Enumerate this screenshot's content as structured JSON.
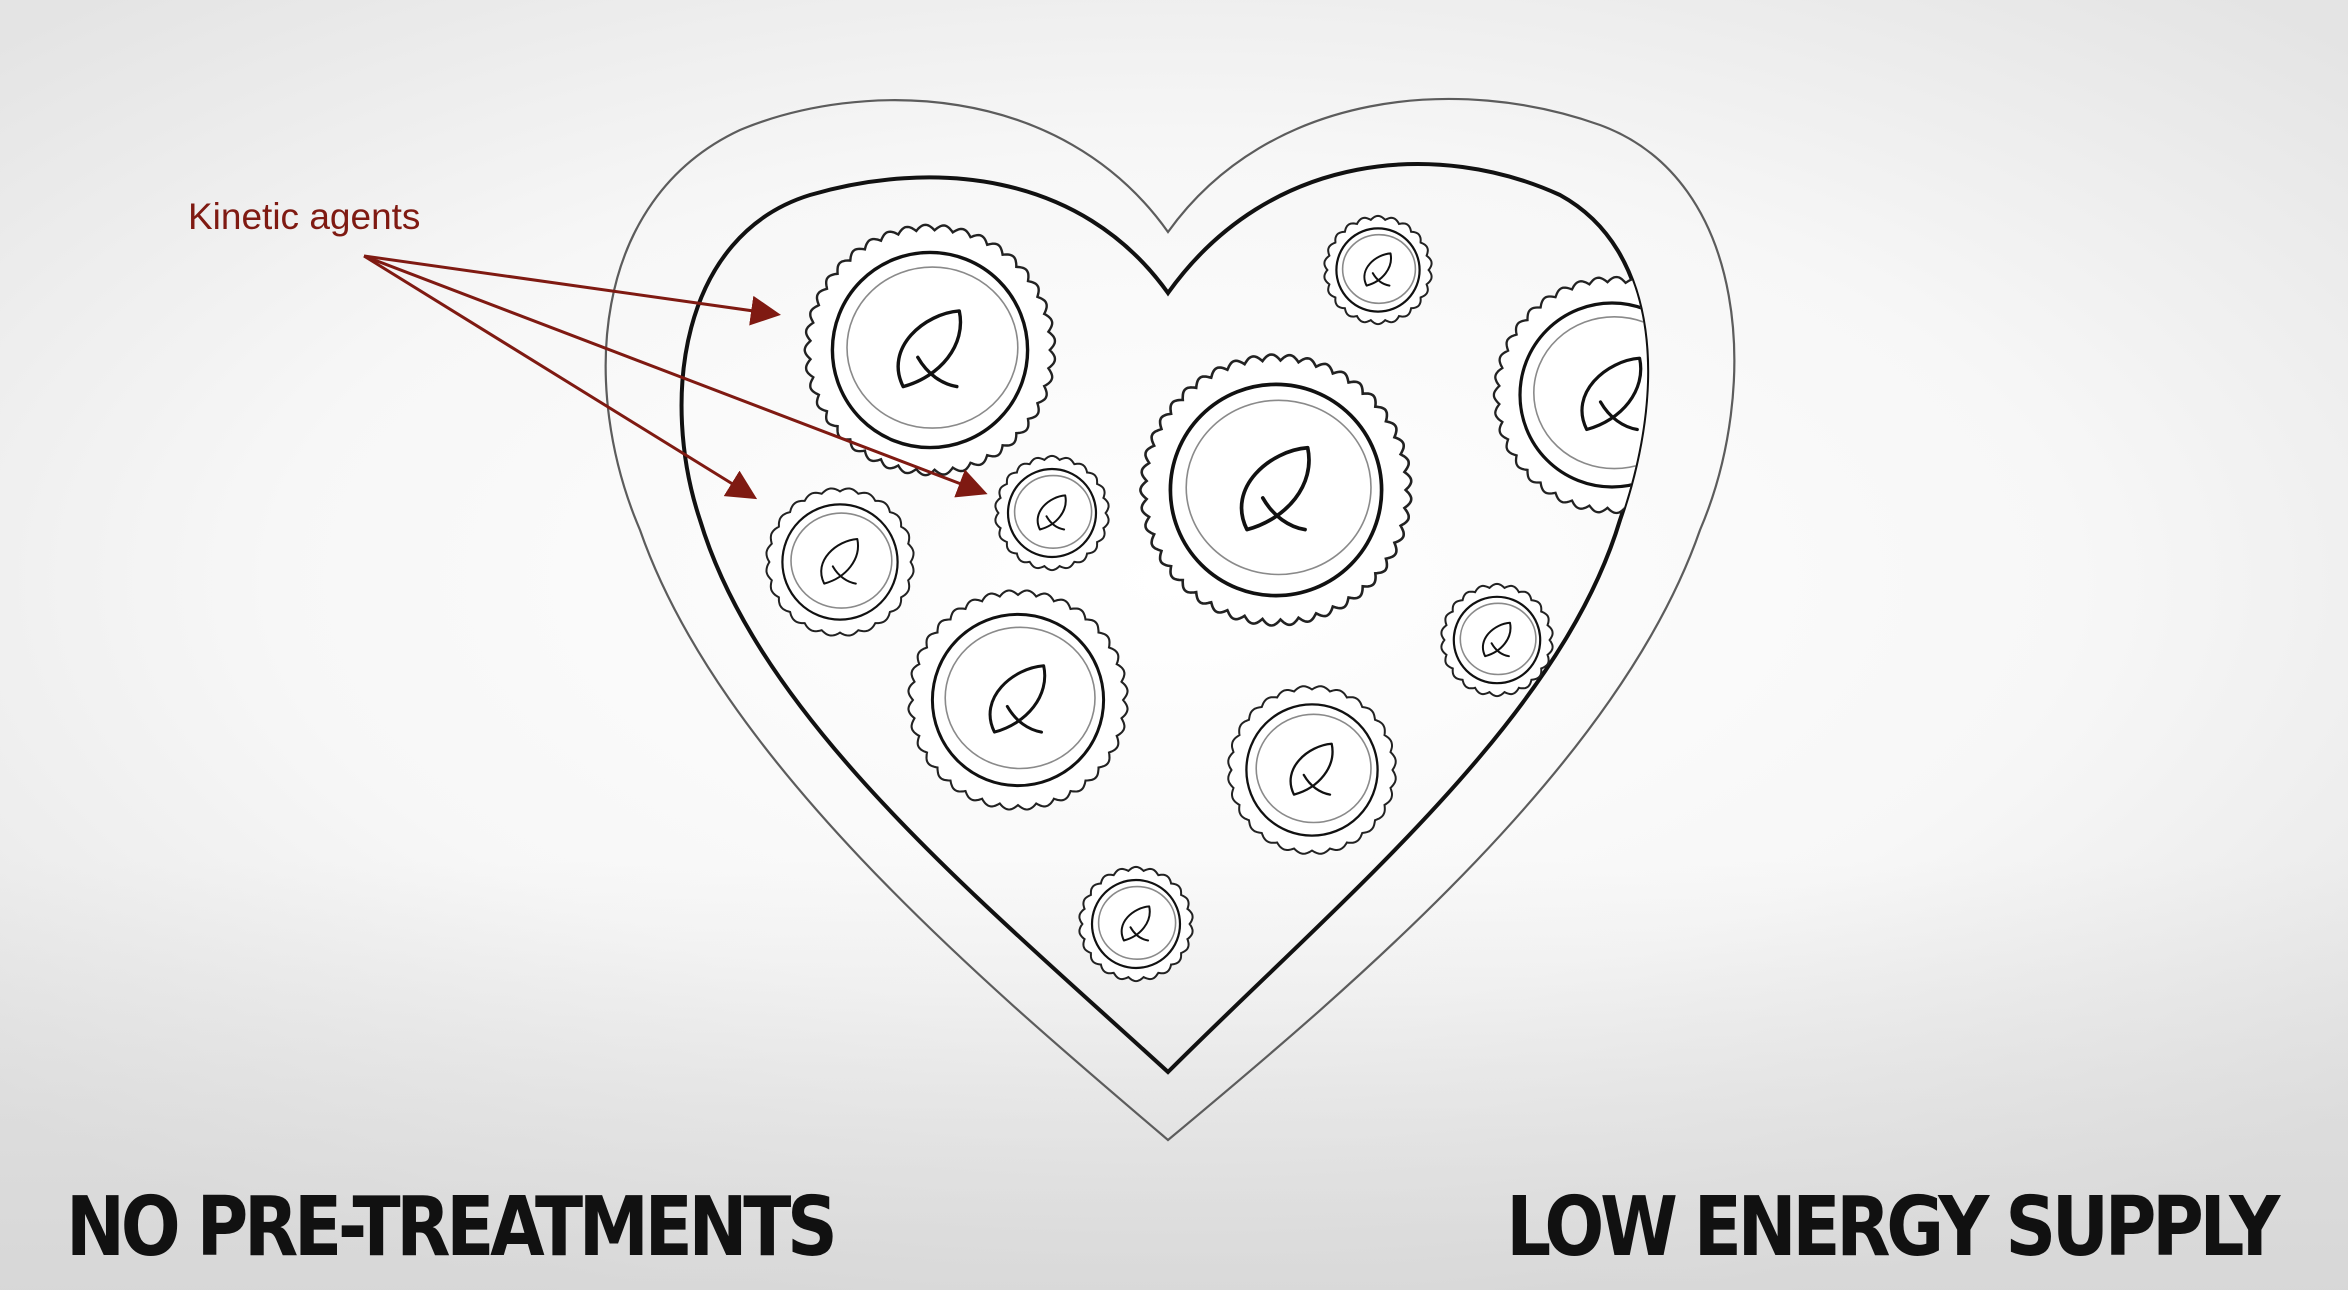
{
  "annotation": {
    "label": "Kinetic agents",
    "color": "#7f1a12"
  },
  "captions": {
    "left": "NO PRE-TREATMENTS",
    "right": "LOW ENERGY SUPPLY"
  },
  "icons": {
    "container": "heart-shaped-vessel",
    "agent": "scalloped-cell-with-leaf"
  }
}
